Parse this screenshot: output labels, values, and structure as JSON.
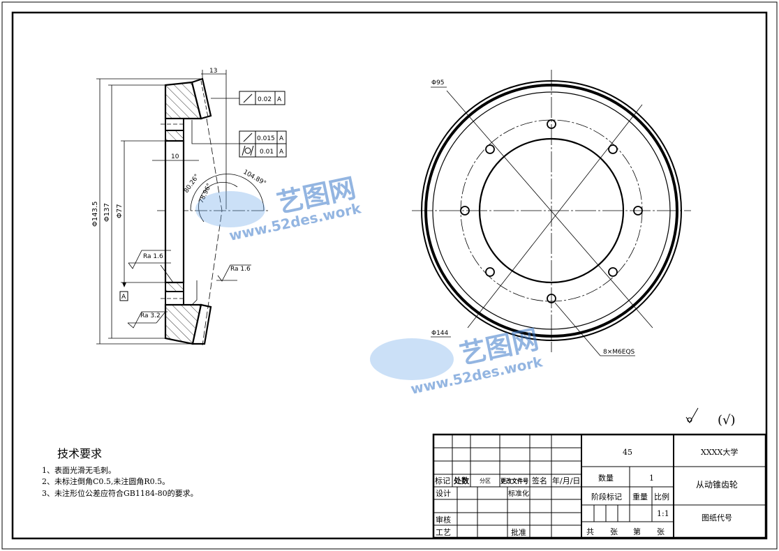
{
  "drawing": {
    "section_view": {
      "dims": {
        "d1": "Φ143.5",
        "d2": "Φ137",
        "d3": "Φ77",
        "width": "13",
        "thickness": "10",
        "ang1": "80.26°",
        "ang2": "78.96°",
        "ang3": "104.89°"
      },
      "tolerances": [
        {
          "value": "0.02",
          "datum": "A"
        },
        {
          "value": "0.015",
          "datum": "A"
        },
        {
          "value": "0.01",
          "datum": "A"
        }
      ],
      "datum_label": "A",
      "roughness": [
        "Ra 1.6",
        "Ra 1.6",
        "Ra 3.2"
      ]
    },
    "front_view": {
      "d_bolt": "Φ95",
      "d_outer": "Φ144",
      "holes": "8×M6EQS"
    },
    "general_roughness": "(√)"
  },
  "watermark": {
    "brand": "艺图网",
    "url": "www.52des.work"
  },
  "tech_requirements": {
    "title": "技术要求",
    "items": [
      "1、表面光滑无毛刺。",
      "2、未标注倒角C0.5,未注圆角R0.5。",
      "3、未注形位公差应符合GB1184-80的要求。"
    ]
  },
  "title_block": {
    "material": "45",
    "school": "XXXX大学",
    "part_name": "从动锥齿轮",
    "drawing_no": "图纸代号",
    "quantity_label": "数量",
    "quantity": "1",
    "stage_label": "阶段标记",
    "weight_label": "重量",
    "scale_label": "比例",
    "scale": "1:1",
    "sheets": [
      "共",
      "张",
      "第",
      "张"
    ],
    "rev_headers": [
      "标记",
      "处数",
      "分区",
      "更改文件号",
      "签名",
      "年/月/日"
    ],
    "design": "设计",
    "standard": "标准化",
    "review": "审核",
    "process": "工艺",
    "approve": "批准"
  }
}
